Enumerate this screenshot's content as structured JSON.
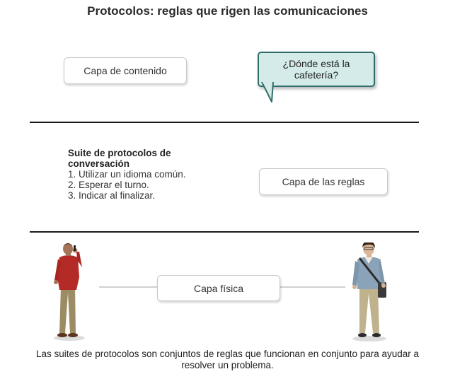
{
  "title": "Protocolos: reglas que rigen las comunicaciones",
  "layers": {
    "content": "Capa de contenido",
    "rules": "Capa de las reglas",
    "physical": "Capa física"
  },
  "speech_bubble": {
    "line1": "¿Dónde está la",
    "line2": "cafetería?"
  },
  "suite": {
    "heading_line1": "Suite de protocolos de",
    "heading_line2": "conversación",
    "items": [
      "1. Utilizar un idioma común.",
      "2. Esperar el turno.",
      "3. Indicar al finalizar."
    ]
  },
  "caption": {
    "line1": "Las suites de protocolos son conjuntos de reglas que funcionan en conjunto para ayudar a",
    "line2": "resolver un problema."
  },
  "colors": {
    "bubble_fill": "#d4ebe9",
    "bubble_border": "#2f6e6a",
    "divider": "#1a1a1a",
    "box_border": "#c9c9c9"
  }
}
